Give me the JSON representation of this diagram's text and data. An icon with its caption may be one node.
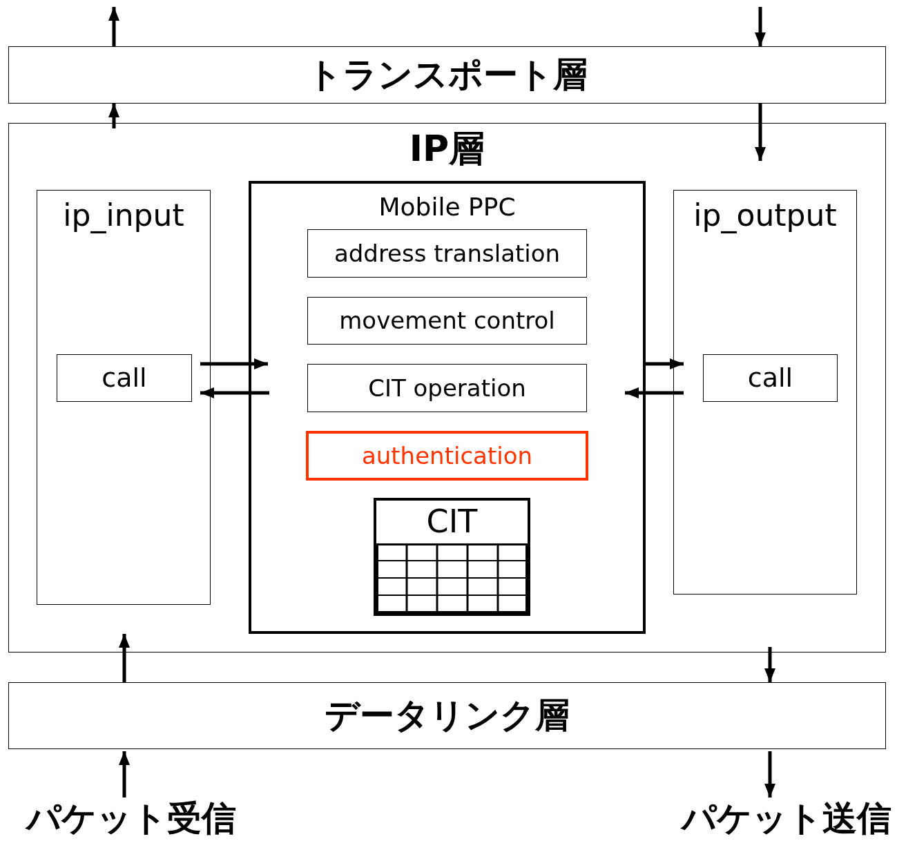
{
  "diagram": {
    "nodes": [
      {
        "text": [
          "トランスポート層"
        ]
      },
      {
        "text": [
          "IP層"
        ]
      },
      {
        "text": [
          "ip_input"
        ],
        "in": 1
      },
      {
        "text": [
          "call"
        ],
        "in": 2
      },
      {
        "text": [
          "Mobile PPC"
        ],
        "in": 1
      },
      {
        "text": [
          "address translation"
        ],
        "in": 4
      },
      {
        "text": [
          "movement control"
        ],
        "in": 4
      },
      {
        "text": [
          "CIT operation"
        ],
        "in": 4
      },
      {
        "text": [
          "authentication"
        ],
        "in": 4
      },
      {
        "text": [
          "CIT"
        ],
        "in": 4
      },
      {
        "text": [
          "ip_output"
        ],
        "in": 1
      },
      {
        "text": [
          "call"
        ],
        "in": 10
      },
      {
        "text": [
          "データリンク層"
        ]
      },
      {
        "text": [
          "パケット受信"
        ]
      },
      {
        "text": [
          "パケット送信"
        ]
      }
    ],
    "edges": [
      {
        "from": 0,
        "to": null,
        "arrow": "to"
      },
      {
        "from": null,
        "to": 0,
        "arrow": "to"
      },
      {
        "from": 1,
        "to": 0,
        "arrow": "to"
      },
      {
        "from": 0,
        "to": 1,
        "arrow": "to"
      },
      {
        "from": 3,
        "to": 4,
        "arrow": "to"
      },
      {
        "from": 4,
        "to": 3,
        "arrow": "to"
      },
      {
        "from": 4,
        "to": 11,
        "arrow": "to"
      },
      {
        "from": 11,
        "to": 4,
        "arrow": "to"
      },
      {
        "from": 12,
        "to": 1,
        "arrow": "to"
      },
      {
        "from": 1,
        "to": 12,
        "arrow": "to"
      },
      {
        "from": 13,
        "to": 12,
        "arrow": "to"
      },
      {
        "from": 12,
        "to": 14,
        "arrow": "to"
      }
    ]
  }
}
